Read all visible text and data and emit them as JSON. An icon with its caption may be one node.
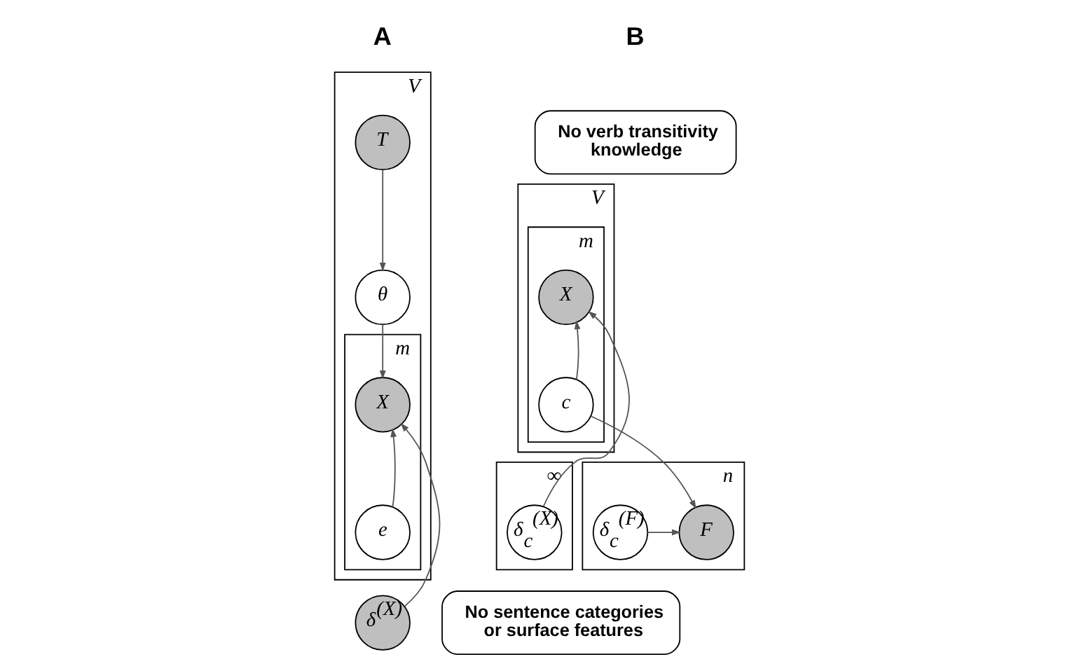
{
  "diagram": {
    "nodes": [
      {
        "text": [
          "V"
        ]
      },
      {
        "text": [
          "T"
        ],
        "in": 0
      },
      {
        "text": [
          "θ"
        ],
        "in": 0
      },
      {
        "text": [
          "m"
        ],
        "in": 0
      },
      {
        "text": [
          "X"
        ],
        "in": 3
      },
      {
        "text": [
          "e"
        ],
        "in": 3
      },
      {
        "text": [
          "δ$^{(X)}$"
        ]
      },
      {
        "text": [
          "No sentence categories or surface features"
        ]
      },
      {
        "text": [
          "No verb transitivity knowledge"
        ]
      },
      {
        "text": [
          "V"
        ]
      },
      {
        "text": [
          "m"
        ],
        "in": 9
      },
      {
        "text": [
          "X"
        ],
        "in": 10
      },
      {
        "text": [
          "n"
        ]
      },
      {
        "text": [
          "F"
        ],
        "in": 12
      },
      {
        "text": [
          "c"
        ],
        "in": 10
      },
      {
        "text": [
          "∞"
        ]
      },
      {
        "text": [
          "δ$_{c}$$^{(X)}$"
        ],
        "in": 15
      },
      {
        "text": [
          "δ$_{c}$$^{(F)}$"
        ],
        "in": 12
      }
    ],
    "edges": [
      {
        "from": 1,
        "to": 2,
        "arrow": "to"
      },
      {
        "from": 2,
        "to": 4,
        "arrow": "to"
      },
      {
        "from": 5,
        "to": 4,
        "arrow": "to"
      },
      {
        "from": 6,
        "to": 4,
        "arrow": "to"
      },
      {
        "from": 14,
        "to": 11,
        "arrow": "to"
      },
      {
        "from": 14,
        "to": 13,
        "arrow": "to"
      },
      {
        "from": 16,
        "to": 11,
        "arrow": "to"
      },
      {
        "from": 17,
        "to": 13,
        "arrow": "to"
      }
    ],
    "labels": [
      "A",
      "B"
    ]
  }
}
